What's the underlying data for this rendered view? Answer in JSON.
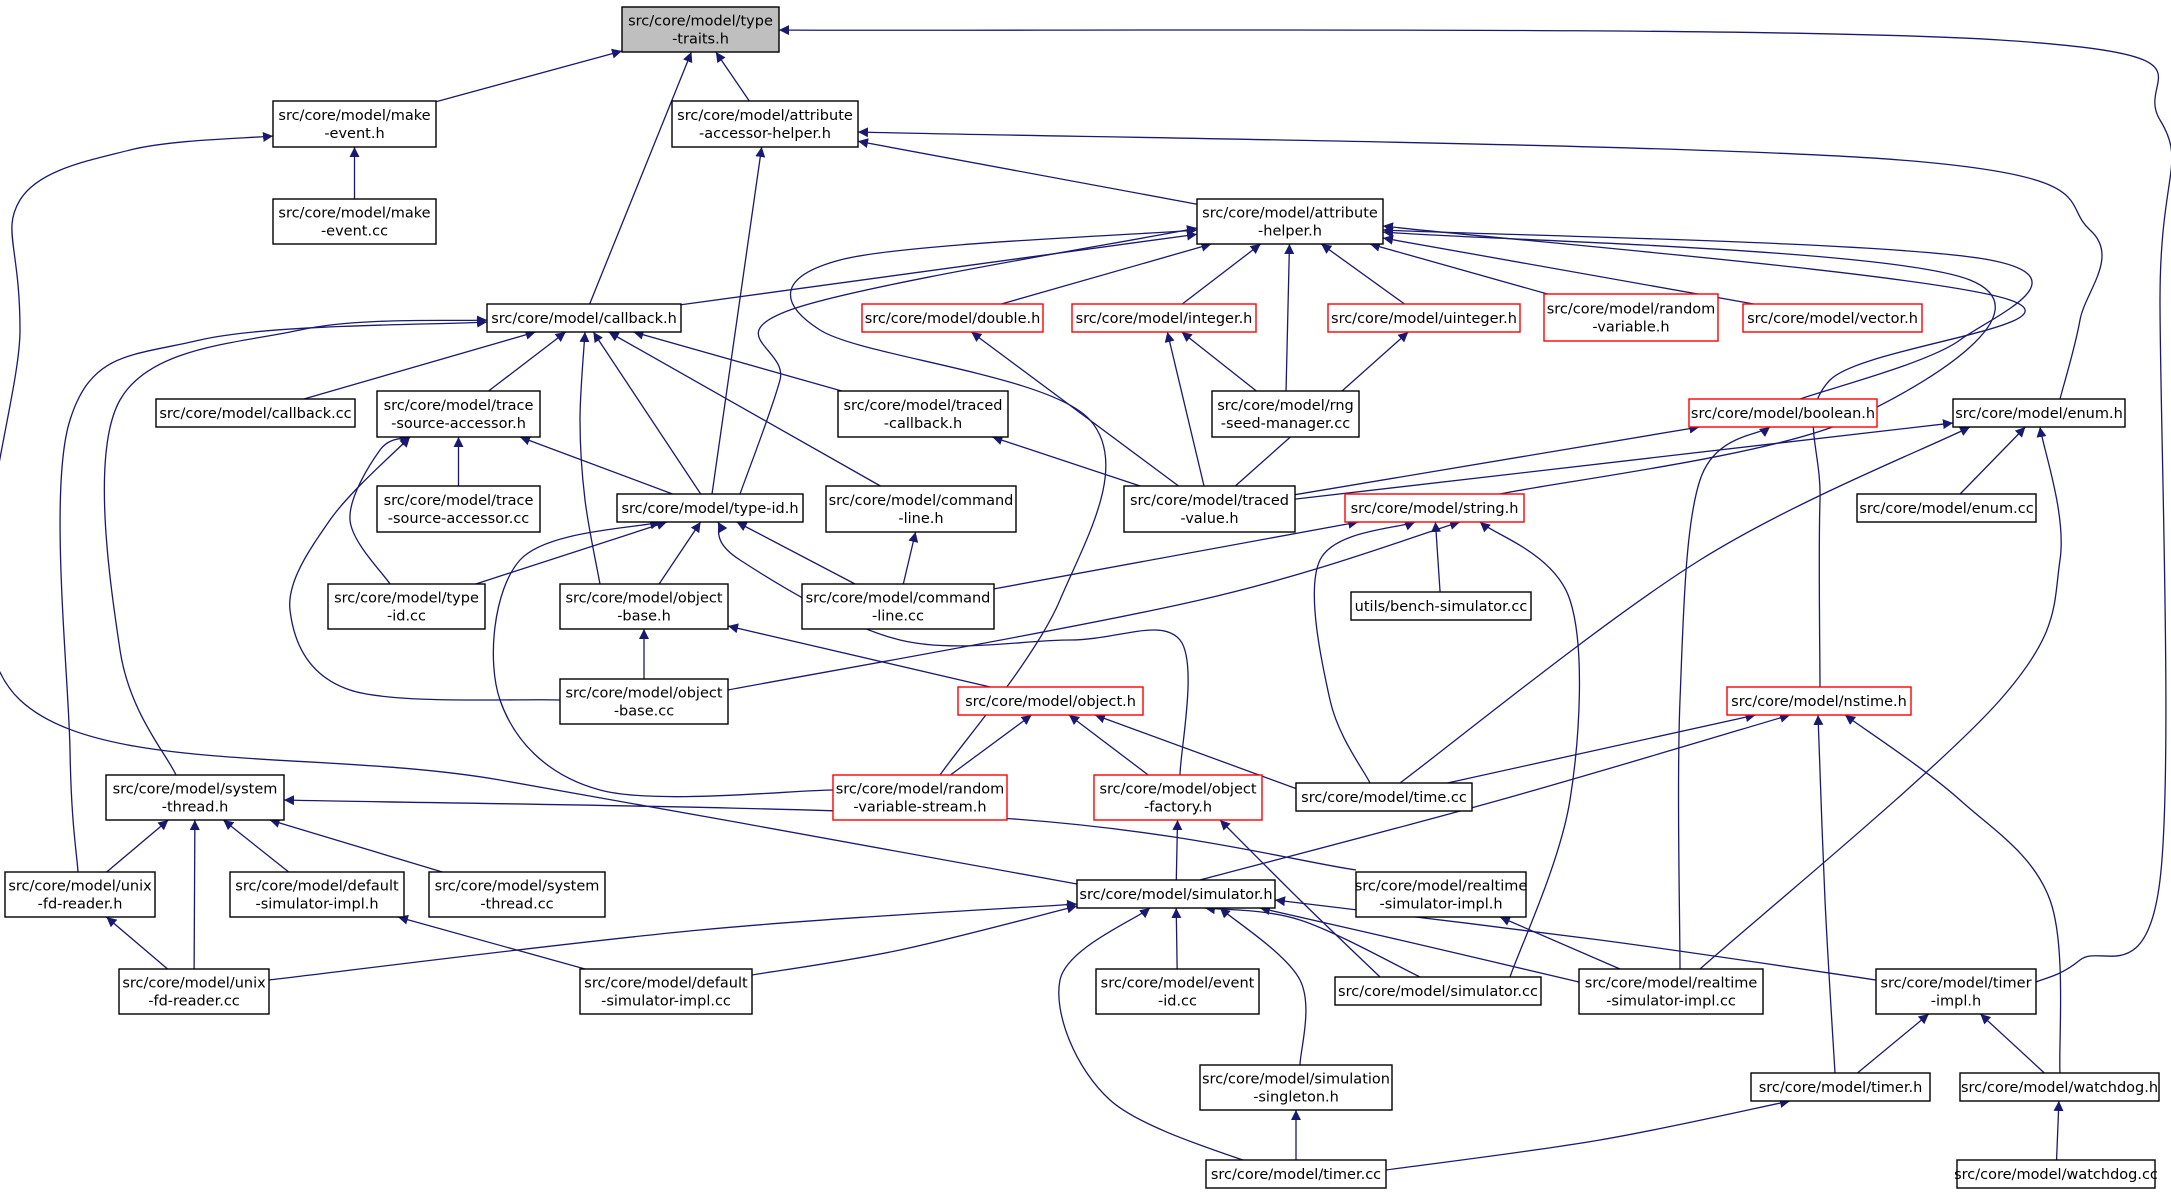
{
  "colors": {
    "edge": "#191970",
    "node_border": "#000000",
    "node_border_incomplete": "#ff0000",
    "root_fill": "#bfbfbf",
    "node_fill": "#ffffff"
  },
  "nodes": [
    {
      "id": "type_traits",
      "lines": [
        "src/core/model/type",
        "-traits.h"
      ],
      "style": "root"
    },
    {
      "id": "make_event_h",
      "lines": [
        "src/core/model/make",
        "-event.h"
      ],
      "style": "normal"
    },
    {
      "id": "make_event_cc",
      "lines": [
        "src/core/model/make",
        "-event.cc"
      ],
      "style": "normal"
    },
    {
      "id": "attr_accessor",
      "lines": [
        "src/core/model/attribute",
        "-accessor-helper.h"
      ],
      "style": "normal"
    },
    {
      "id": "attr_helper",
      "lines": [
        "src/core/model/attribute",
        "-helper.h"
      ],
      "style": "normal"
    },
    {
      "id": "callback_h",
      "lines": [
        "src/core/model/callback.h"
      ],
      "style": "normal"
    },
    {
      "id": "double_h",
      "lines": [
        "src/core/model/double.h"
      ],
      "style": "red"
    },
    {
      "id": "integer_h",
      "lines": [
        "src/core/model/integer.h"
      ],
      "style": "red"
    },
    {
      "id": "uinteger_h",
      "lines": [
        "src/core/model/uinteger.h"
      ],
      "style": "red"
    },
    {
      "id": "random_variable_h",
      "lines": [
        "src/core/model/random",
        "-variable.h"
      ],
      "style": "red"
    },
    {
      "id": "vector_h",
      "lines": [
        "src/core/model/vector.h"
      ],
      "style": "red"
    },
    {
      "id": "callback_cc",
      "lines": [
        "src/core/model/callback.cc"
      ],
      "style": "normal"
    },
    {
      "id": "trace_src_h",
      "lines": [
        "src/core/model/trace",
        "-source-accessor.h"
      ],
      "style": "normal"
    },
    {
      "id": "traced_cb_h",
      "lines": [
        "src/core/model/traced",
        "-callback.h"
      ],
      "style": "normal"
    },
    {
      "id": "rng_seed_cc",
      "lines": [
        "src/core/model/rng",
        "-seed-manager.cc"
      ],
      "style": "normal"
    },
    {
      "id": "boolean_h",
      "lines": [
        "src/core/model/boolean.h"
      ],
      "style": "red"
    },
    {
      "id": "enum_h",
      "lines": [
        "src/core/model/enum.h"
      ],
      "style": "normal"
    },
    {
      "id": "trace_src_cc",
      "lines": [
        "src/core/model/trace",
        "-source-accessor.cc"
      ],
      "style": "normal"
    },
    {
      "id": "type_id_h",
      "lines": [
        "src/core/model/type-id.h"
      ],
      "style": "normal"
    },
    {
      "id": "command_line_h",
      "lines": [
        "src/core/model/command",
        "-line.h"
      ],
      "style": "normal"
    },
    {
      "id": "traced_value_h",
      "lines": [
        "src/core/model/traced",
        "-value.h"
      ],
      "style": "normal"
    },
    {
      "id": "string_h",
      "lines": [
        "src/core/model/string.h"
      ],
      "style": "red"
    },
    {
      "id": "enum_cc",
      "lines": [
        "src/core/model/enum.cc"
      ],
      "style": "normal"
    },
    {
      "id": "type_id_cc",
      "lines": [
        "src/core/model/type",
        "-id.cc"
      ],
      "style": "normal"
    },
    {
      "id": "object_base_h",
      "lines": [
        "src/core/model/object",
        "-base.h"
      ],
      "style": "normal"
    },
    {
      "id": "command_line_cc",
      "lines": [
        "src/core/model/command",
        "-line.cc"
      ],
      "style": "normal"
    },
    {
      "id": "bench_sim_cc",
      "lines": [
        "utils/bench-simulator.cc"
      ],
      "style": "normal"
    },
    {
      "id": "object_base_cc",
      "lines": [
        "src/core/model/object",
        "-base.cc"
      ],
      "style": "normal"
    },
    {
      "id": "object_h",
      "lines": [
        "src/core/model/object.h"
      ],
      "style": "red"
    },
    {
      "id": "nstime_h",
      "lines": [
        "src/core/model/nstime.h"
      ],
      "style": "red"
    },
    {
      "id": "system_thread_h",
      "lines": [
        "src/core/model/system",
        "-thread.h"
      ],
      "style": "normal"
    },
    {
      "id": "rv_stream_h",
      "lines": [
        "src/core/model/random",
        "-variable-stream.h"
      ],
      "style": "red"
    },
    {
      "id": "object_factory_h",
      "lines": [
        "src/core/model/object",
        "-factory.h"
      ],
      "style": "red"
    },
    {
      "id": "time_cc",
      "lines": [
        "src/core/model/time.cc"
      ],
      "style": "normal"
    },
    {
      "id": "unix_fd_h",
      "lines": [
        "src/core/model/unix",
        "-fd-reader.h"
      ],
      "style": "normal"
    },
    {
      "id": "default_sim_h",
      "lines": [
        "src/core/model/default",
        "-simulator-impl.h"
      ],
      "style": "normal"
    },
    {
      "id": "system_thread_cc",
      "lines": [
        "src/core/model/system",
        "-thread.cc"
      ],
      "style": "normal"
    },
    {
      "id": "simulator_h",
      "lines": [
        "src/core/model/simulator.h"
      ],
      "style": "normal"
    },
    {
      "id": "realtime_sim_h",
      "lines": [
        "src/core/model/realtime",
        "-simulator-impl.h"
      ],
      "style": "normal"
    },
    {
      "id": "unix_fd_cc",
      "lines": [
        "src/core/model/unix",
        "-fd-reader.cc"
      ],
      "style": "normal"
    },
    {
      "id": "default_sim_cc",
      "lines": [
        "src/core/model/default",
        "-simulator-impl.cc"
      ],
      "style": "normal"
    },
    {
      "id": "event_id_cc",
      "lines": [
        "src/core/model/event",
        "-id.cc"
      ],
      "style": "normal"
    },
    {
      "id": "simulator_cc",
      "lines": [
        "src/core/model/simulator.cc"
      ],
      "style": "normal"
    },
    {
      "id": "realtime_sim_cc",
      "lines": [
        "src/core/model/realtime",
        "-simulator-impl.cc"
      ],
      "style": "normal"
    },
    {
      "id": "timer_impl_h",
      "lines": [
        "src/core/model/timer",
        "-impl.h"
      ],
      "style": "normal"
    },
    {
      "id": "simulation_singleton_h",
      "lines": [
        "src/core/model/simulation",
        "-singleton.h"
      ],
      "style": "normal"
    },
    {
      "id": "timer_h",
      "lines": [
        "src/core/model/timer.h"
      ],
      "style": "normal"
    },
    {
      "id": "watchdog_h",
      "lines": [
        "src/core/model/watchdog.h"
      ],
      "style": "normal"
    },
    {
      "id": "timer_cc",
      "lines": [
        "src/core/model/timer.cc"
      ],
      "style": "normal"
    },
    {
      "id": "watchdog_cc",
      "lines": [
        "src/core/model/watchdog.cc"
      ],
      "style": "normal"
    }
  ],
  "edges": [
    [
      "make_event_h",
      "type_traits"
    ],
    [
      "attr_accessor",
      "type_traits"
    ],
    [
      "callback_h",
      "type_traits"
    ],
    [
      "timer_impl_h",
      "type_traits"
    ],
    [
      "make_event_cc",
      "make_event_h"
    ],
    [
      "simulator_h",
      "make_event_h"
    ],
    [
      "attr_helper",
      "attr_accessor"
    ],
    [
      "type_id_h",
      "attr_accessor"
    ],
    [
      "enum_h",
      "attr_accessor"
    ],
    [
      "callback_h",
      "attr_helper"
    ],
    [
      "double_h",
      "attr_helper"
    ],
    [
      "integer_h",
      "attr_helper"
    ],
    [
      "rng_seed_cc",
      "attr_helper"
    ],
    [
      "uinteger_h",
      "attr_helper"
    ],
    [
      "random_variable_h",
      "attr_helper"
    ],
    [
      "vector_h",
      "attr_helper"
    ],
    [
      "type_id_h",
      "attr_helper"
    ],
    [
      "rv_stream_h",
      "attr_helper"
    ],
    [
      "string_h",
      "attr_helper"
    ],
    [
      "boolean_h",
      "attr_helper"
    ],
    [
      "nstime_h",
      "attr_helper"
    ],
    [
      "callback_cc",
      "callback_h"
    ],
    [
      "trace_src_h",
      "callback_h"
    ],
    [
      "traced_cb_h",
      "callback_h"
    ],
    [
      "type_id_h",
      "callback_h"
    ],
    [
      "command_line_h",
      "callback_h"
    ],
    [
      "object_base_h",
      "callback_h"
    ],
    [
      "system_thread_h",
      "callback_h"
    ],
    [
      "unix_fd_h",
      "callback_h"
    ],
    [
      "traced_value_h",
      "double_h"
    ],
    [
      "traced_value_h",
      "integer_h"
    ],
    [
      "rng_seed_cc",
      "integer_h"
    ],
    [
      "traced_value_h",
      "uinteger_h"
    ],
    [
      "trace_src_cc",
      "trace_src_h"
    ],
    [
      "type_id_h",
      "trace_src_h"
    ],
    [
      "type_id_cc",
      "trace_src_h"
    ],
    [
      "object_base_cc",
      "trace_src_h"
    ],
    [
      "traced_value_h",
      "traced_cb_h"
    ],
    [
      "traced_value_h",
      "boolean_h"
    ],
    [
      "realtime_sim_cc",
      "boolean_h"
    ],
    [
      "traced_value_h",
      "enum_h"
    ],
    [
      "enum_cc",
      "enum_h"
    ],
    [
      "time_cc",
      "enum_h"
    ],
    [
      "realtime_sim_cc",
      "enum_h"
    ],
    [
      "type_id_cc",
      "type_id_h"
    ],
    [
      "object_base_h",
      "type_id_h"
    ],
    [
      "command_line_cc",
      "type_id_h"
    ],
    [
      "object_factory_h",
      "type_id_h"
    ],
    [
      "rv_stream_h",
      "type_id_h"
    ],
    [
      "command_line_cc",
      "command_line_h"
    ],
    [
      "command_line_cc",
      "string_h"
    ],
    [
      "bench_sim_cc",
      "string_h"
    ],
    [
      "object_base_cc",
      "string_h"
    ],
    [
      "time_cc",
      "string_h"
    ],
    [
      "simulator_cc",
      "string_h"
    ],
    [
      "object_base_cc",
      "object_base_h"
    ],
    [
      "object_h",
      "object_base_h"
    ],
    [
      "rv_stream_h",
      "object_h"
    ],
    [
      "object_factory_h",
      "object_h"
    ],
    [
      "time_cc",
      "object_h"
    ],
    [
      "time_cc",
      "nstime_h"
    ],
    [
      "simulator_h",
      "nstime_h"
    ],
    [
      "timer_h",
      "nstime_h"
    ],
    [
      "watchdog_h",
      "nstime_h"
    ],
    [
      "unix_fd_h",
      "system_thread_h"
    ],
    [
      "unix_fd_cc",
      "system_thread_h"
    ],
    [
      "default_sim_h",
      "system_thread_h"
    ],
    [
      "system_thread_cc",
      "system_thread_h"
    ],
    [
      "realtime_sim_h",
      "system_thread_h"
    ],
    [
      "simulator_h",
      "object_factory_h"
    ],
    [
      "simulator_cc",
      "object_factory_h"
    ],
    [
      "unix_fd_cc",
      "unix_fd_h"
    ],
    [
      "default_sim_cc",
      "default_sim_h"
    ],
    [
      "realtime_sim_cc",
      "realtime_sim_h"
    ],
    [
      "unix_fd_cc",
      "simulator_h"
    ],
    [
      "default_sim_cc",
      "simulator_h"
    ],
    [
      "event_id_cc",
      "simulator_h"
    ],
    [
      "simulator_cc",
      "simulator_h"
    ],
    [
      "realtime_sim_cc",
      "simulator_h"
    ],
    [
      "timer_impl_h",
      "simulator_h"
    ],
    [
      "simulation_singleton_h",
      "simulator_h"
    ],
    [
      "timer_cc",
      "simulator_h"
    ],
    [
      "timer_h",
      "timer_impl_h"
    ],
    [
      "watchdog_h",
      "timer_impl_h"
    ],
    [
      "timer_cc",
      "simulation_singleton_h"
    ],
    [
      "timer_cc",
      "timer_h"
    ],
    [
      "watchdog_cc",
      "watchdog_h"
    ]
  ]
}
